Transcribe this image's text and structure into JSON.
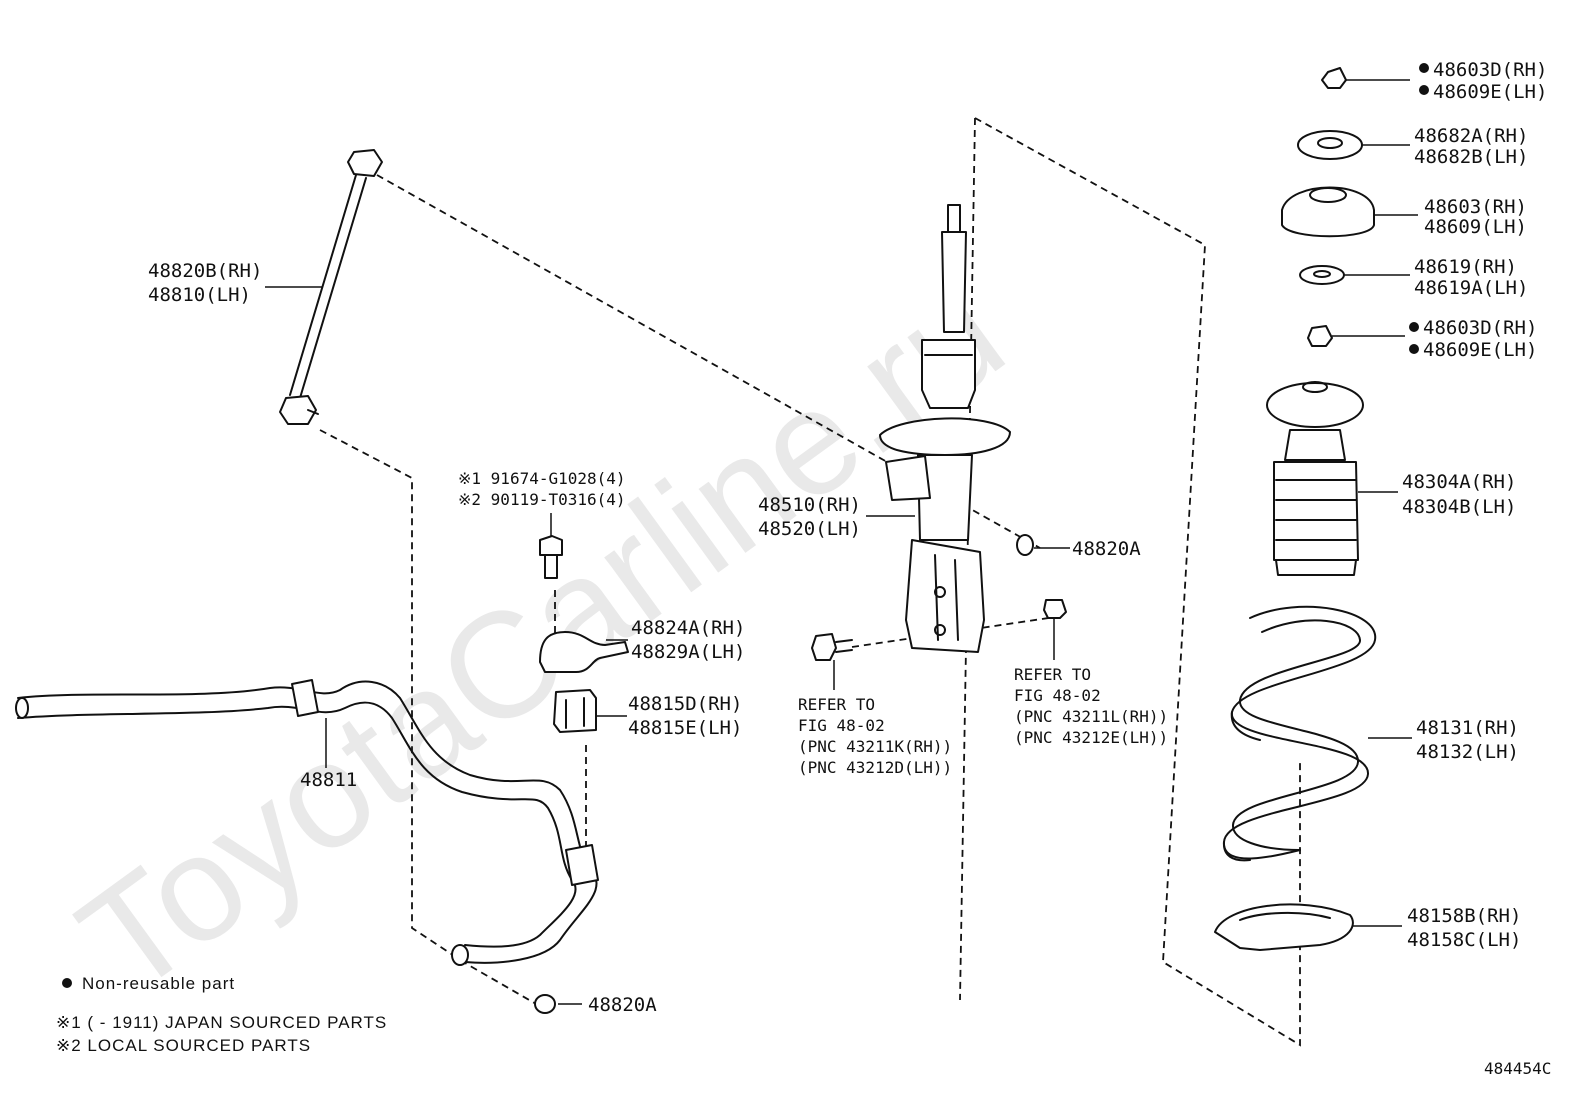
{
  "watermark": "ToyotaCarline.ru",
  "figure_code": "484454C",
  "labels": {
    "stab_link": [
      "48820B(RH)",
      "48810(LH)"
    ],
    "stab_bar": "48811",
    "bracket_bolt": [
      "※1 91674-G1028(4)",
      "※2 90119-T0316(4)"
    ],
    "bracket": [
      "48824A(RH)",
      "48829A(LH)"
    ],
    "bushing": [
      "48815D(RH)",
      "48815E(LH)"
    ],
    "strut": [
      "48510(RH)",
      "48520(LH)"
    ],
    "link_nut_upper": "48820A",
    "link_nut_lower": "48820A",
    "refer_left": [
      "REFER TO",
      "FIG 48-02",
      "(PNC 43211K(RH))",
      "(PNC 43212D(LH))"
    ],
    "refer_right": [
      "REFER TO",
      "FIG 48-02",
      "(PNC 43211L(RH))",
      "(PNC 43212E(LH))"
    ],
    "top_nut": [
      "48603D(RH)",
      "48609E(LH)"
    ],
    "washer": [
      "48682A(RH)",
      "48682B(LH)"
    ],
    "support": [
      "48603(RH)",
      "48609(LH)"
    ],
    "seat": [
      "48619(RH)",
      "48619A(LH)"
    ],
    "nut2": [
      "48603D(RH)",
      "48609E(LH)"
    ],
    "bumper": [
      "48304A(RH)",
      "48304B(LH)"
    ],
    "spring": [
      "48131(RH)",
      "48132(LH)"
    ],
    "insulator": [
      "48158B(RH)",
      "48158C(LH)"
    ]
  },
  "legend": {
    "non_reusable": "Non-reusable part",
    "note1": "※1 (      - 1911) JAPAN SOURCED PARTS",
    "note2": "※2 LOCAL SOURCED PARTS"
  }
}
